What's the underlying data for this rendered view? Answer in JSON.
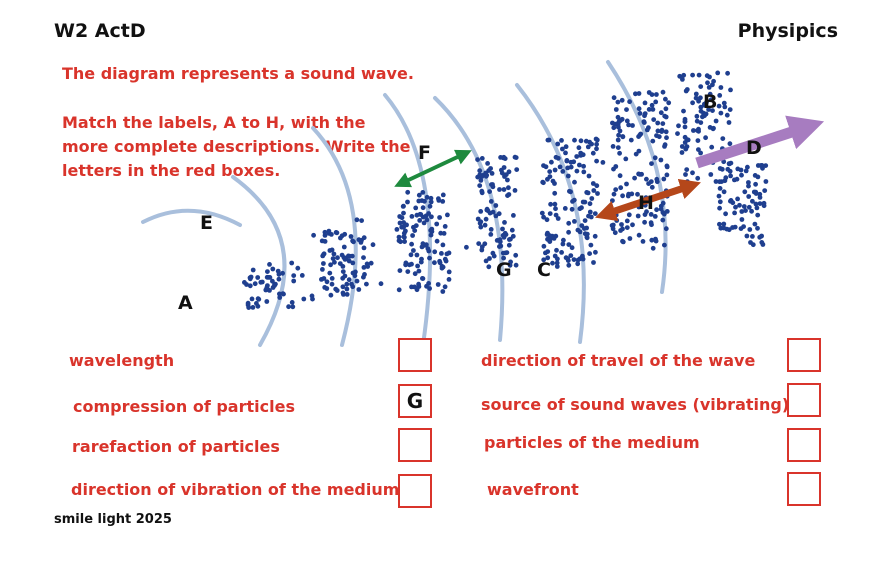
{
  "header": {
    "title": "W2 ActD",
    "brand": "Physipics"
  },
  "instructions": {
    "intro": "The diagram represents a sound wave.",
    "task": "Match the labels, A to H, with the more complete descriptions. Write the letters in the red boxes."
  },
  "diagram": {
    "labels": {
      "A": "A",
      "B": "B",
      "C": "C",
      "D": "D",
      "E": "E",
      "F": "F",
      "G": "G",
      "H": "H"
    },
    "colors": {
      "particle": "#1f3f8f",
      "wavefront": "#a9bfdc",
      "arrow_vibration": "#1e8a3e",
      "arrow_wavelength": "#b5471a",
      "arrow_travel": "#a77cc0"
    }
  },
  "matching": {
    "left": [
      {
        "label": "wavelength",
        "answer": ""
      },
      {
        "label": "compression of particles",
        "answer": "G"
      },
      {
        "label": "rarefaction of particles",
        "answer": ""
      },
      {
        "label": "direction of vibration of the medium",
        "answer": ""
      }
    ],
    "right": [
      {
        "label": "direction of travel of the wave",
        "answer": ""
      },
      {
        "label": "source of sound waves (vibrating)",
        "answer": ""
      },
      {
        "label": "particles of the medium",
        "answer": ""
      },
      {
        "label": "wavefront",
        "answer": ""
      }
    ]
  },
  "footer": {
    "credit": "smile light 2025"
  }
}
